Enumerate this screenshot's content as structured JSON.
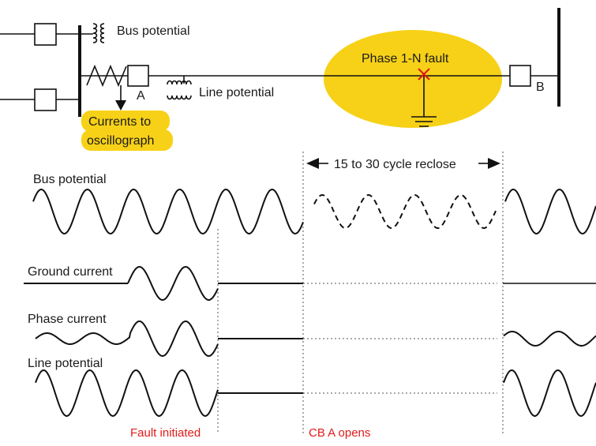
{
  "one_line": {
    "bus_potential_label": "Bus potential",
    "line_potential_label": "Line potential",
    "breaker_a_label": "A",
    "breaker_b_label": "B",
    "fault_label": "Phase 1-N fault",
    "fault_marker": "X",
    "currents_label_line1": "Currents to",
    "currents_label_line2": "oscillograph"
  },
  "timeline": {
    "reclose_label": "15 to 30 cycle reclose",
    "fault_initiated_label": "Fault initiated",
    "cb_opens_label": "CB A opens"
  },
  "traces": {
    "bus_potential": "Bus potential",
    "ground_current": "Ground current",
    "phase_current": "Phase current",
    "line_potential": "Line potential"
  },
  "colors": {
    "highlight": "#f7d117",
    "event_text": "#e01b1b",
    "fault_marker": "#e01b1b",
    "line": "#111111"
  }
}
